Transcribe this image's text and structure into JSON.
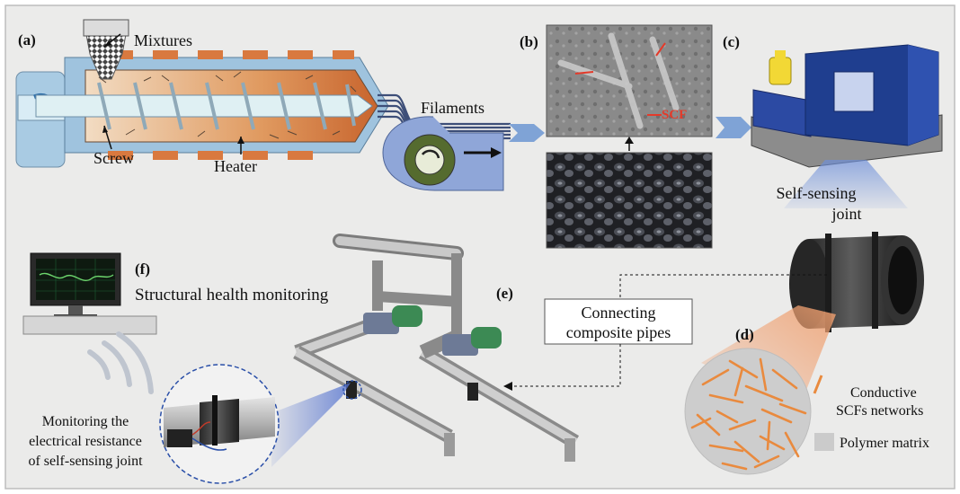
{
  "panels": {
    "a": "(a)",
    "b": "(b)",
    "c": "(c)",
    "d": "(d)",
    "e": "(e)",
    "f": "(f)"
  },
  "labels": {
    "mixtures": "Mixtures",
    "screw": "Screw",
    "heater": "Heater",
    "filaments": "Filaments",
    "scf": "SCF",
    "self_sensing_joint_line1": "Self-sensing",
    "self_sensing_joint_line2": "joint",
    "connecting_line1": "Connecting",
    "connecting_line2": "composite pipes",
    "shm": "Structural health monitoring",
    "monitoring_line1": "Monitoring the",
    "monitoring_line2": "electrical resistance",
    "monitoring_line3": "of self-sensing joint"
  },
  "legend": {
    "conductive_line1": "Conductive",
    "conductive_line2": "SCFs networks",
    "polymer": "Polymer matrix"
  },
  "colors": {
    "background": "#ebebea",
    "extruder_body": "#9fc3de",
    "heater": "#d9793f",
    "scf_network": "#e98a3e",
    "machine_blue": "#1f3e8f",
    "pipe_gray": "#b9b9b9"
  }
}
